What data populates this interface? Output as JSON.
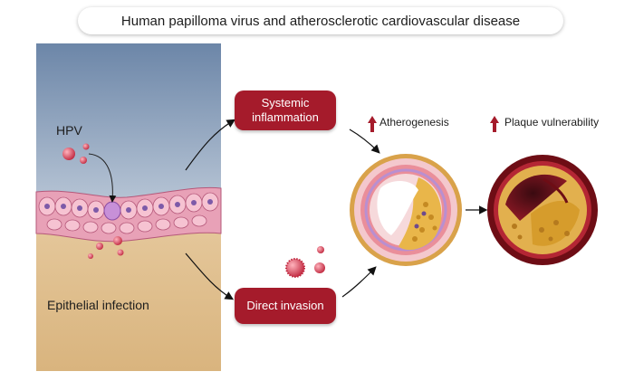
{
  "title": "Human papilloma virus and atherosclerotic cardiovascular disease",
  "left_panel": {
    "virus_label": "HPV",
    "infection_label": "Epithelial infection"
  },
  "pathways": {
    "systemic": "Systemic inflammation",
    "direct": "Direct invasion"
  },
  "outcomes": {
    "atherogenesis": "Atherogenesis",
    "plaque": "Plaque vulnerability"
  },
  "colors": {
    "accent_red": "#a51b2b",
    "sky_top": "#6d87a8",
    "tissue": "#edd2a6"
  },
  "icons": [
    "up-arrow-icon",
    "virus-icon",
    "artery-cross-section-icon",
    "ruptured-plaque-icon"
  ]
}
